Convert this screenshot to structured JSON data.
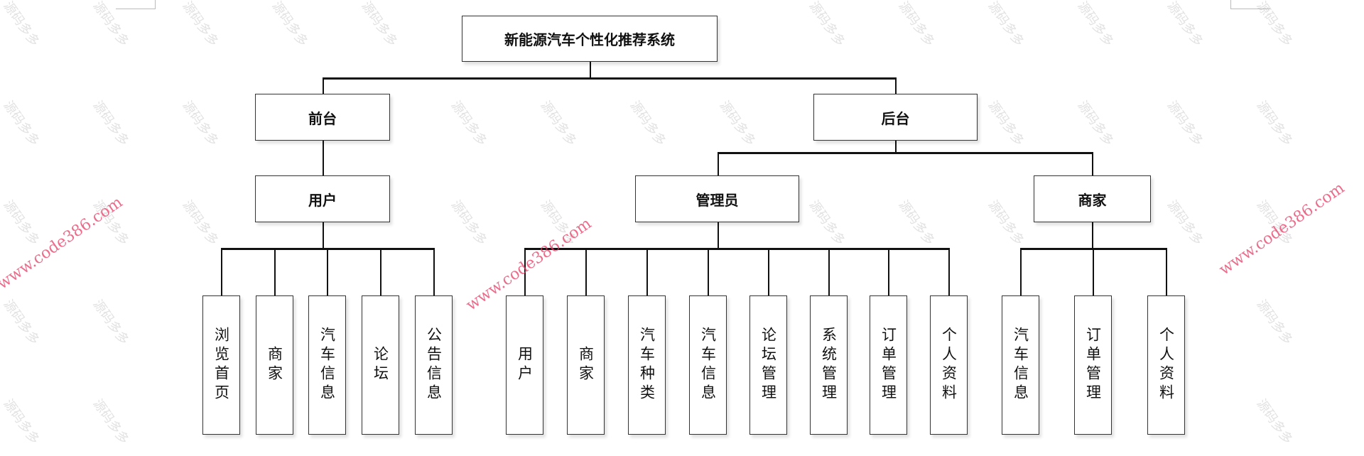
{
  "diagram": {
    "root": "新能源汽车个性化推荐系统",
    "level1": [
      "前台",
      "后台"
    ],
    "level2": [
      "用户",
      "管理员",
      "商家"
    ],
    "user_leaves": [
      "浏览首页",
      "商家",
      "汽车信息",
      "论坛",
      "公告信息"
    ],
    "admin_leaves": [
      "用户",
      "商家",
      "汽车种类",
      "汽车信息",
      "论坛管理",
      "系统管理",
      "订单管理",
      "个人资料"
    ],
    "merchant_leaves": [
      "汽车信息",
      "订单管理",
      "个人资料"
    ]
  },
  "watermark": {
    "text": "源码多多",
    "url": "www.code386.com"
  },
  "colors": {
    "line": "#111111",
    "url_watermark": "#e63c64"
  }
}
